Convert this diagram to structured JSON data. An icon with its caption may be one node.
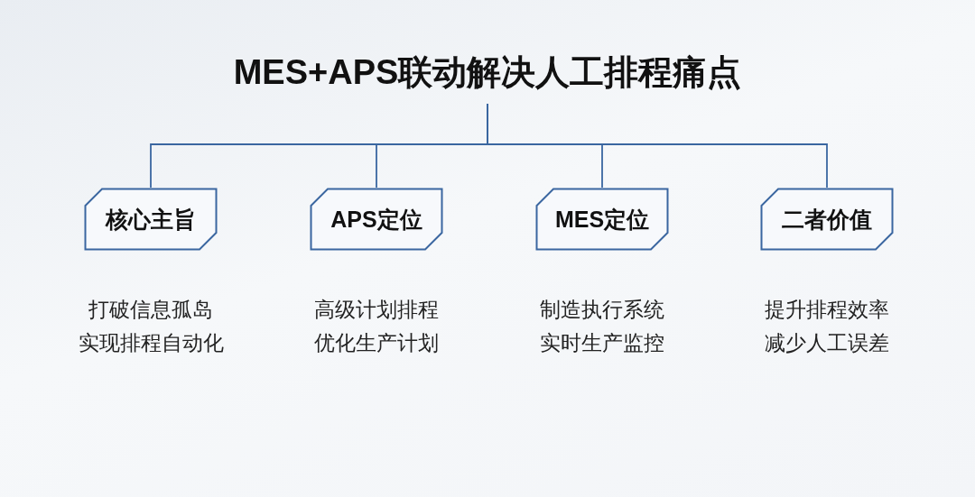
{
  "diagram": {
    "nodes": [
      {
        "text": [
          "MES+APS联动解决人工排程痛点"
        ]
      },
      {
        "text": [
          "核心主旨"
        ],
        "beside": [
          "打破信息孤岛",
          "实现排程自动化"
        ]
      },
      {
        "text": [
          "APS定位"
        ],
        "beside": [
          "高级计划排程",
          "优化生产计划"
        ]
      },
      {
        "text": [
          "MES定位"
        ],
        "beside": [
          "制造执行系统",
          "实时生产监控"
        ]
      },
      {
        "text": [
          "二者价值"
        ],
        "beside": [
          "提升排程效率",
          "减少人工误差"
        ]
      }
    ],
    "edges": [
      {
        "from": 0,
        "to": 1,
        "arrow": "none"
      },
      {
        "from": 0,
        "to": 2,
        "arrow": "none"
      },
      {
        "from": 0,
        "to": 3,
        "arrow": "none"
      },
      {
        "from": 0,
        "to": 4,
        "arrow": "none"
      }
    ]
  }
}
